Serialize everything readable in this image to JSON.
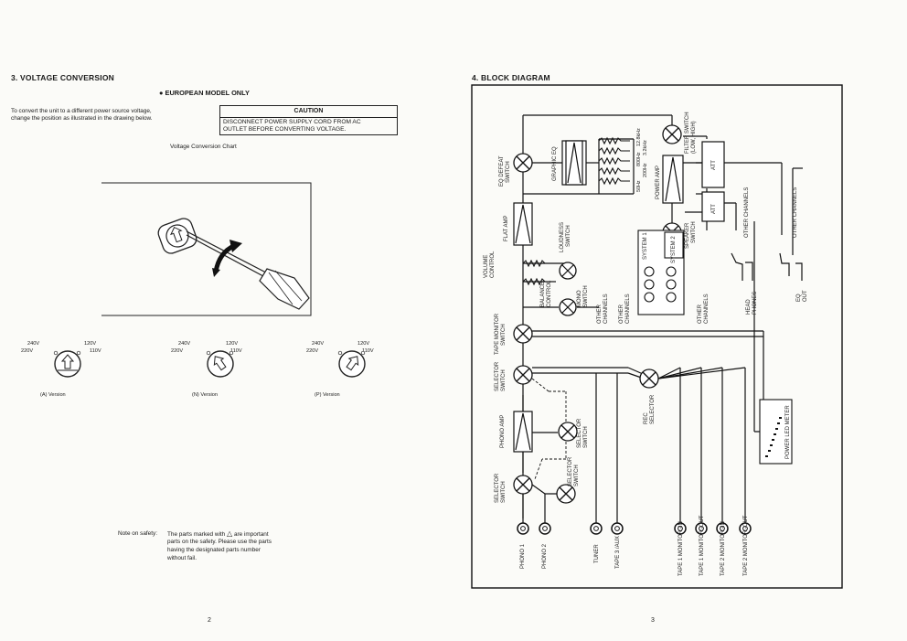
{
  "left": {
    "section_title": "3. VOLTAGE CONVERSION",
    "model_note": "● EUROPEAN MODEL ONLY",
    "intro_line1": "To convert the unit to a different power source voltage,",
    "intro_line2": "change the position as illustrated in the drawing below.",
    "caution_title": "CAUTION",
    "caution_line1": "DISCONNECT POWER SUPPLY CORD FROM AC",
    "caution_line2": "OUTLET BEFORE CONVERTING VOLTAGE.",
    "chart_title": "Voltage Conversion Chart",
    "versions": [
      {
        "label": "(A) Version",
        "v240": "240V",
        "v220": "220V",
        "v120": "120V",
        "v110": "110V"
      },
      {
        "label": "(N) Version",
        "v240": "240V",
        "v220": "220V",
        "v120": "120V",
        "v110": "110V"
      },
      {
        "label": "(P) Version",
        "v240": "240V",
        "v220": "220V",
        "v120": "120V",
        "v110": "110V"
      }
    ],
    "safety_label": "Note on safety:",
    "safety_line1": "The parts marked with",
    "safety_line1b": "are important",
    "safety_line2": "parts on the safety. Please use the parts",
    "safety_line3": "having the designated parts number",
    "safety_line4": "without fail.",
    "page_number": "2"
  },
  "right": {
    "section_title": "4. BLOCK DIAGRAM",
    "page_number": "3",
    "labels": {
      "eq_defeat": [
        "EQ DEFEAT",
        "SWITCH"
      ],
      "graphic_eq": "GRAPHIC EQ",
      "freqs": [
        "50Hz",
        "800Hz",
        "12.8kHz",
        "200Hz",
        "3.2kHz"
      ],
      "power_amp": "POWER AMP",
      "filter_switch": [
        "FILTER SWITCH",
        "(LOW, HIGH)"
      ],
      "att": "ATT",
      "flat_amp": "FLAT AMP",
      "loudness": [
        "LOUDNESS",
        "SWITCH"
      ],
      "volume": [
        "VOLUME",
        "CONTROL"
      ],
      "balance": [
        "BALANCE",
        "CONTROL"
      ],
      "mono": [
        "MONO",
        "SWITCH"
      ],
      "other_channels": "OTHER CHANNELS",
      "other": "OTHER",
      "channels": "CHANNELS",
      "system1": "SYSTEM 1",
      "system2": "SYSTEM 2",
      "speaker_switch": [
        "SPEAKER",
        "SWITCH"
      ],
      "head_phones": [
        "HEAD",
        "PHONES"
      ],
      "eq_out": [
        "EQ",
        "OUT"
      ],
      "tape_monitor": [
        "TAPE MONITOR",
        "SWITCH"
      ],
      "selector": [
        "SELECTOR",
        "SWITCH"
      ],
      "rec_selector": [
        "REC",
        "SELECTOR"
      ],
      "phono_amp": "PHONO AMP",
      "power_led": "POWER LED METER",
      "inputs": [
        "PHONO 1",
        "PHONO 2",
        "TUNER",
        "TAPE 3 /AUX",
        "TAPE 1 MONITOR -IN",
        "TAPE 1 MONITOR -OUT",
        "TAPE 2 MONITOR -IN",
        "TAPE 2 MONITOR -OUT"
      ]
    }
  }
}
